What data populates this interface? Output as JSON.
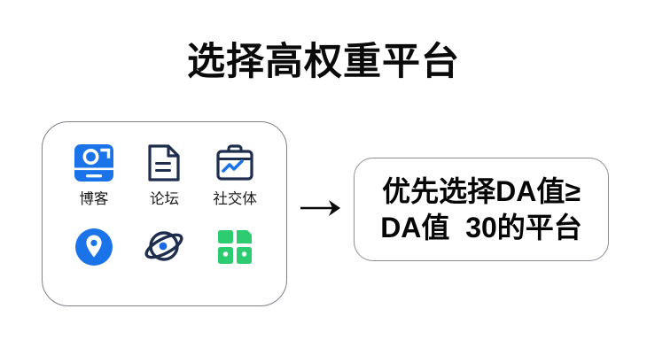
{
  "header": {
    "title": "选择高权重平台"
  },
  "platform_card": {
    "name": "platform-type-card",
    "icons": [
      {
        "label": "博客",
        "icon": "blog-camera-icon",
        "color": "#1a73e8"
      },
      {
        "label": "论坛",
        "icon": "document-page-icon",
        "color": "#1f2d4e"
      },
      {
        "label": "社交体",
        "icon": "briefcase-chart-icon",
        "color": "#1f2d4e"
      },
      {
        "label": "",
        "icon": "map-pin-circle-icon",
        "color": "#1a73e8"
      },
      {
        "label": "",
        "icon": "planet-orbit-icon",
        "color": "#1f2d4e"
      },
      {
        "label": "",
        "icon": "grid-apps-icon",
        "color": "#2ecc71"
      }
    ]
  },
  "arrow": {
    "name": "flow-arrow-right",
    "glyph": "→"
  },
  "rule_callout": {
    "line1": "优先选择DA值≥",
    "line2": "DA值  30的平台"
  },
  "colors": {
    "background": "#ffffff",
    "text": "#000000",
    "brand_blue": "#1a73e8",
    "navy": "#1f2d4e",
    "green": "#2ecc71",
    "card_border": "#7e8189"
  }
}
